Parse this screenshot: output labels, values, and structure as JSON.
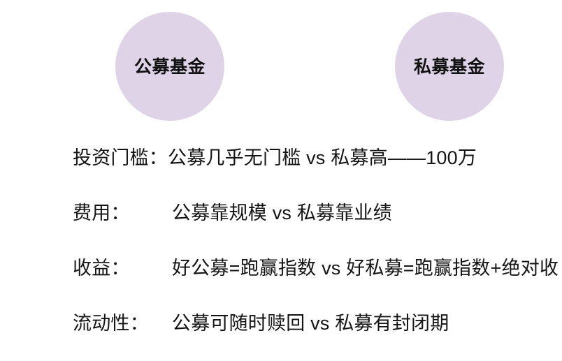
{
  "page": {
    "background_color": "#ffffff",
    "text_color": "#141414",
    "accent_color": "#dfd3e8"
  },
  "circles": [
    {
      "id": "public-fund",
      "label": "公募基金",
      "fill": "#dfd3e8"
    },
    {
      "id": "private-fund",
      "label": "私募基金",
      "fill": "#dfd3e8"
    }
  ],
  "comparison": {
    "rows": [
      {
        "label": "投资门槛：",
        "value": "公募几乎无门槛 vs 私募高——100万",
        "public": "公募几乎无门槛",
        "private": "私募高——100万",
        "separator": "vs"
      },
      {
        "label": "费用：",
        "value": "公募靠规模 vs 私募靠业绩",
        "public": "公募靠规模",
        "private": "私募靠业绩",
        "separator": "vs"
      },
      {
        "label": "收益：",
        "value": "好公募=跑赢指数 vs 好私募=跑赢指数+绝对收",
        "public": "好公募=跑赢指数",
        "private": "好私募=跑赢指数+绝对收",
        "separator": "vs"
      },
      {
        "label": "流动性：",
        "value": "公募可随时赎回 vs 私募有封闭期",
        "public": "公募可随时赎回",
        "private": "私募有封闭期",
        "separator": "vs"
      }
    ]
  }
}
